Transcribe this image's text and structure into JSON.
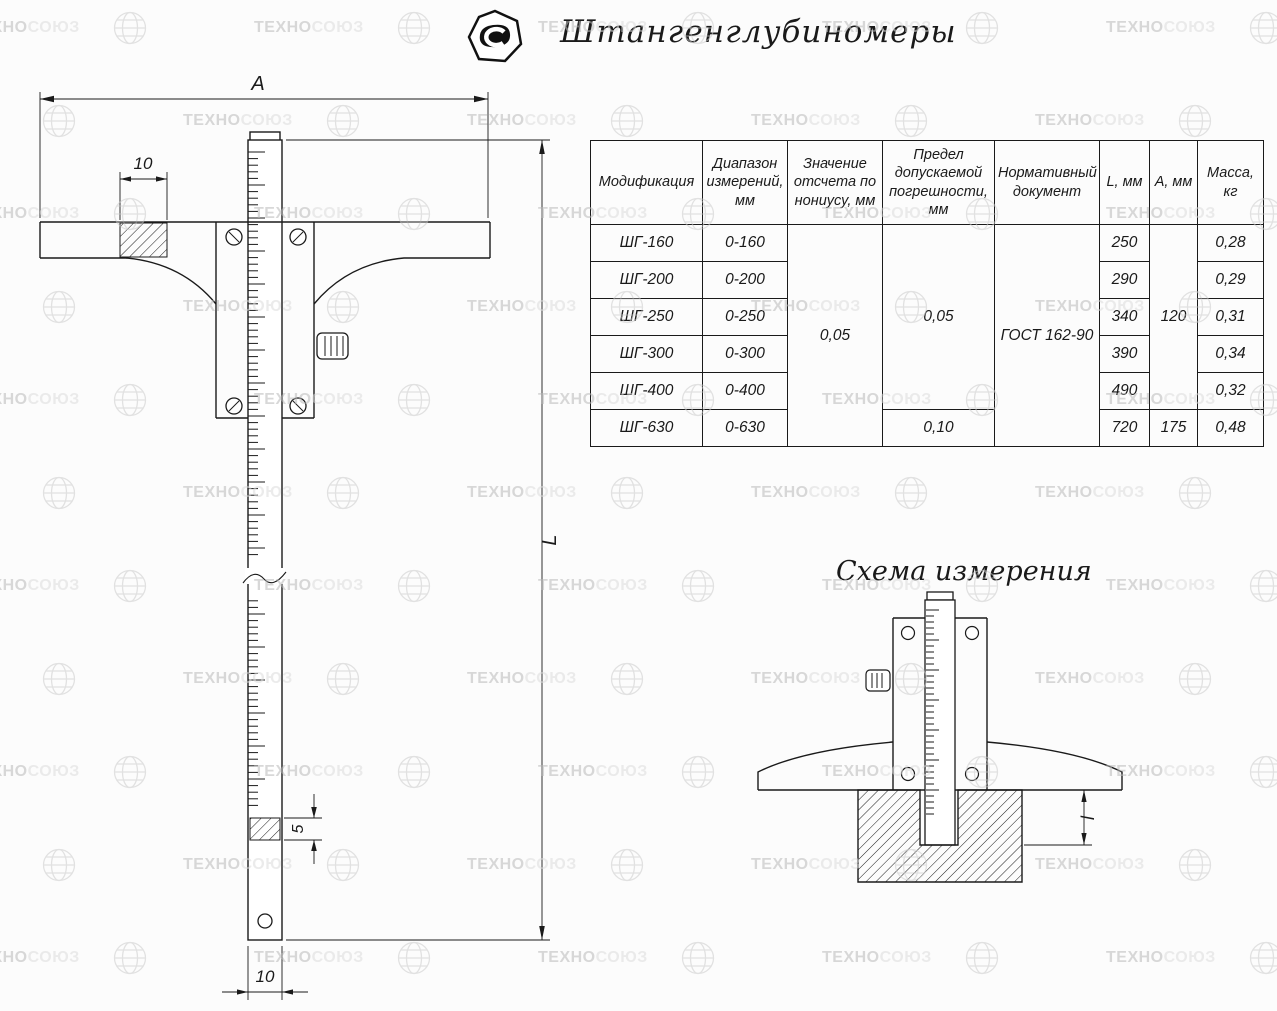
{
  "page": {
    "title": "Штангенглубиномеры"
  },
  "watermark": {
    "brand_bold": "ТЕХНО",
    "brand_light": "СОЮЗ"
  },
  "drawing": {
    "dim_overall": "A",
    "dim_width_top": "10",
    "dim_length": "L",
    "dim_band_5": "5",
    "dim_width_bottom": "10"
  },
  "scheme": {
    "title": "Схема измерения",
    "dim_depth": "l"
  },
  "table": {
    "headers": {
      "modification": "Модификация",
      "range": "Диапазон измерений, мм",
      "vernier": "Значение отсчета по нониусу, мм",
      "error": "Предел допускаемой погрешности, мм",
      "document": "Нормативный документ",
      "length": "L, мм",
      "width": "А, мм",
      "mass": "Масса, кг"
    },
    "merged": {
      "vernier_value": "0,05",
      "error_value_main": "0,05",
      "error_value_last": "0,10",
      "document": "ГОСТ 162-90",
      "a_value_main": "120",
      "a_value_last": "175"
    },
    "rows": [
      {
        "mod": "ШГ-160",
        "range": "0-160",
        "l": "250",
        "mass": "0,28"
      },
      {
        "mod": "ШГ-200",
        "range": "0-200",
        "l": "290",
        "mass": "0,29"
      },
      {
        "mod": "ШГ-250",
        "range": "0-250",
        "l": "340",
        "mass": "0,31"
      },
      {
        "mod": "ШГ-300",
        "range": "0-300",
        "l": "390",
        "mass": "0,34"
      },
      {
        "mod": "ШГ-400",
        "range": "0-400",
        "l": "490",
        "mass": "0,32"
      },
      {
        "mod": "ШГ-630",
        "range": "0-630",
        "l": "720",
        "mass": "0,48"
      }
    ]
  }
}
